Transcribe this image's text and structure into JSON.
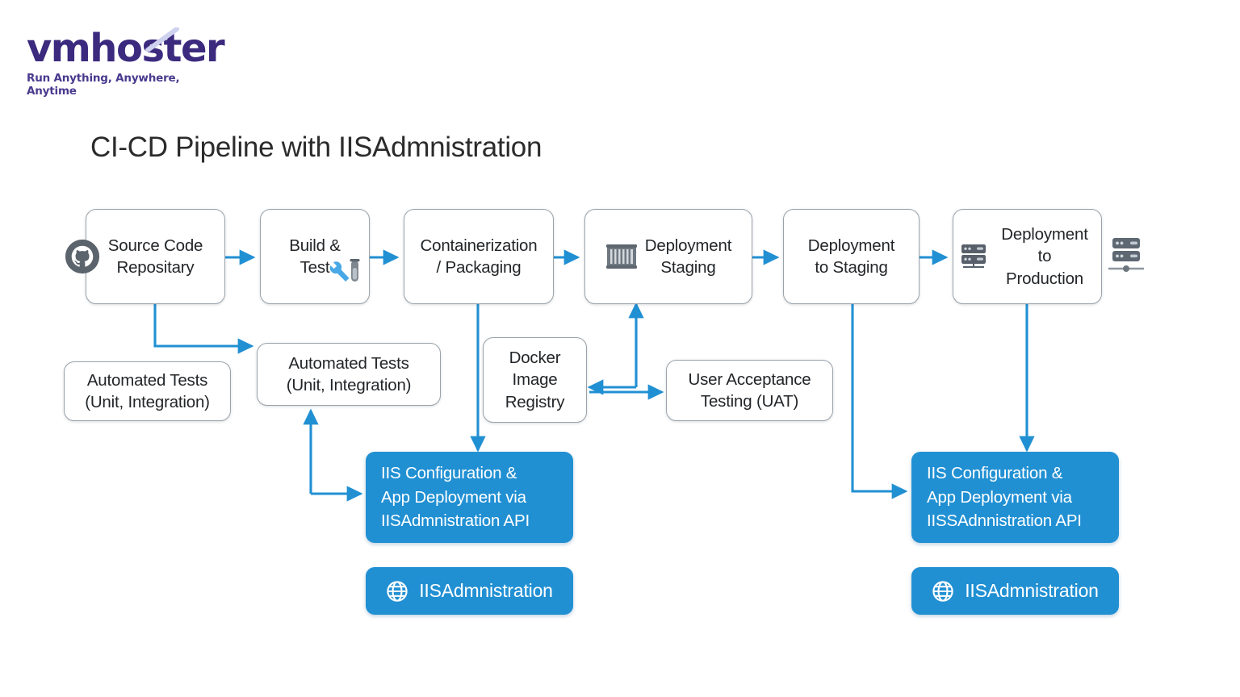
{
  "brand": {
    "name": "vmhoster",
    "tagline": "Run Anything, Anywhere, Anytime",
    "color": "#3b2a7e"
  },
  "diagram": {
    "title": "CI-CD Pipeline with IISAdmnistration",
    "accent_blue": "#2190d3",
    "box_border": "#9aa3ab",
    "text_color": "#232629",
    "nodes": [
      {
        "id": "source-code-repository",
        "label": "Source Code\nRepositary",
        "icon": "github-icon"
      },
      {
        "id": "build-and-test",
        "label": "Build &\nTest",
        "icon": "wrench-test-tube-icon"
      },
      {
        "id": "containerization-packaging",
        "label": "Containerization\n/ Packaging",
        "icon": null
      },
      {
        "id": "deployment-staging",
        "label": "Deployment\nStaging",
        "icon": "container-icon"
      },
      {
        "id": "deployment-to-staging",
        "label": "Deployment\nto Staging",
        "icon": null
      },
      {
        "id": "deployment-to-production",
        "label": "Deployment to\nProduction",
        "icon": "server-icon"
      },
      {
        "id": "automated-tests-left",
        "label": "Automated Tests\n(Unit, Integration)",
        "icon": null
      },
      {
        "id": "automated-tests-right",
        "label": "Automated Tests\n(Unit, Integration)",
        "icon": null
      },
      {
        "id": "docker-image-registry",
        "label": "Docker\nImage\nRegistry",
        "icon": null
      },
      {
        "id": "user-acceptance-testing",
        "label": "User Acceptance\nTesting (UAT)",
        "icon": null
      }
    ],
    "blue_nodes": [
      {
        "id": "iis-config-left",
        "label": "IIS Configuration &\nApp Deployment via\nIISAdmnistration API"
      },
      {
        "id": "iis-config-right",
        "label": "IIS Configuration &\nApp Deployment via\nIISSAdnnistration API"
      }
    ],
    "pills": [
      {
        "id": "iis-pill-left",
        "label": "IISAdmnistration",
        "icon": "globe-icon"
      },
      {
        "id": "iis-pill-right",
        "label": "IISAdmnistration",
        "icon": "globe-icon"
      }
    ],
    "standalone_icons": [
      {
        "id": "server-rack-icon",
        "name": "server-rack-icon"
      }
    ]
  }
}
